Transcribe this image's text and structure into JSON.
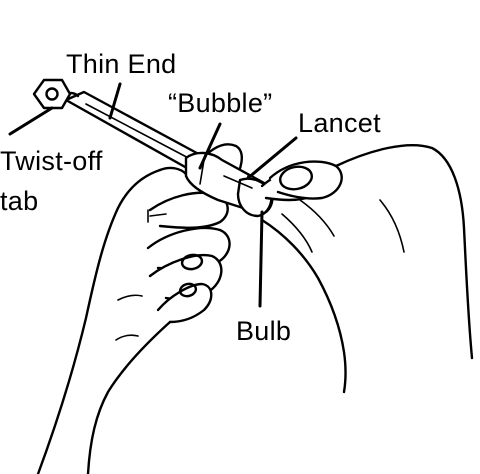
{
  "labels": {
    "thin_end": "Thin End",
    "bubble": "“Bubble”",
    "lancet": "Lancet",
    "twist_off_line1": "Twist-off",
    "twist_off_line2": "tab",
    "bulb": "Bulb"
  },
  "colors": {
    "ink": "#000000",
    "paper": "#ffffff"
  }
}
